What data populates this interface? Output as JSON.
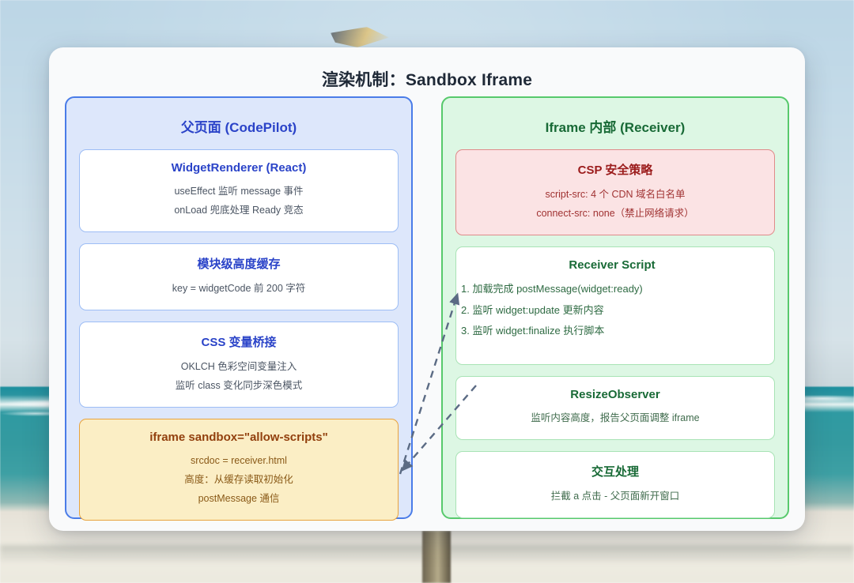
{
  "diagram": {
    "title": "渲染机制：Sandbox Iframe",
    "accent_blue": "#2a43c8",
    "accent_green": "#186a36",
    "accent_red": "#9b1c1c",
    "accent_orange": "#92400e",
    "arrow_color": "#5b6b84"
  },
  "parent_panel": {
    "title": "父页面 (CodePilot)",
    "cards": [
      {
        "title": "WidgetRenderer (React)",
        "lines": [
          "useEffect 监听 message 事件",
          "onLoad 兜底处理 Ready 竞态"
        ]
      },
      {
        "title": "模块级高度缓存",
        "lines": [
          "key = widgetCode 前 200 字符"
        ]
      },
      {
        "title": "CSS 变量桥接",
        "lines": [
          "OKLCH 色彩空间变量注入",
          "监听 class 变化同步深色模式"
        ]
      },
      {
        "title": "iframe sandbox=\"allow-scripts\"",
        "lines": [
          "srcdoc = receiver.html",
          "高度：从缓存读取初始化",
          "postMessage 通信"
        ]
      }
    ]
  },
  "iframe_panel": {
    "title": "Iframe 内部 (Receiver)",
    "csp_card": {
      "title": "CSP 安全策略",
      "lines": [
        "script-src: 4 个 CDN 域名白名单",
        "connect-src: none（禁止网络请求）"
      ]
    },
    "receiver_script_card": {
      "title": "Receiver Script",
      "lines": [
        "1. 加载完成 postMessage(widget:ready)",
        "2. 监听 widget:update 更新内容",
        "3. 监听 widget:finalize 执行脚本"
      ]
    },
    "resize_observer_card": {
      "title": "ResizeObserver",
      "lines": [
        "监听内容高度，报告父页面调整 iframe"
      ]
    },
    "interaction_card": {
      "title": "交互处理",
      "lines": [
        "拦截 a 点击 - 父页面新开窗口"
      ]
    }
  }
}
